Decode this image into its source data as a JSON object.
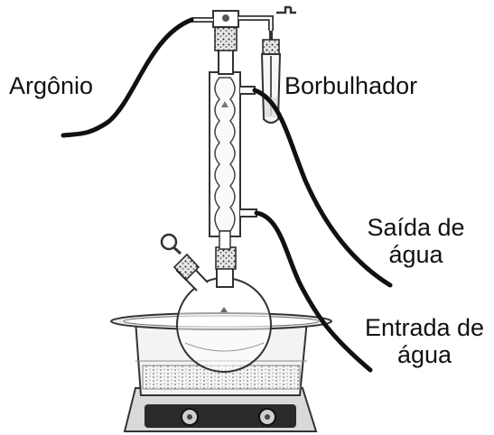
{
  "labels": {
    "argon": "Argônio",
    "bubbler": "Borbulhador",
    "water_out_line1": "Saída de",
    "water_out_line2": "água",
    "water_in_line1": "Entrada de",
    "water_in_line2": "água"
  },
  "colors": {
    "ink": "#111111",
    "glass_stroke": "#333333",
    "hose": "#111111",
    "background": "#ffffff"
  }
}
